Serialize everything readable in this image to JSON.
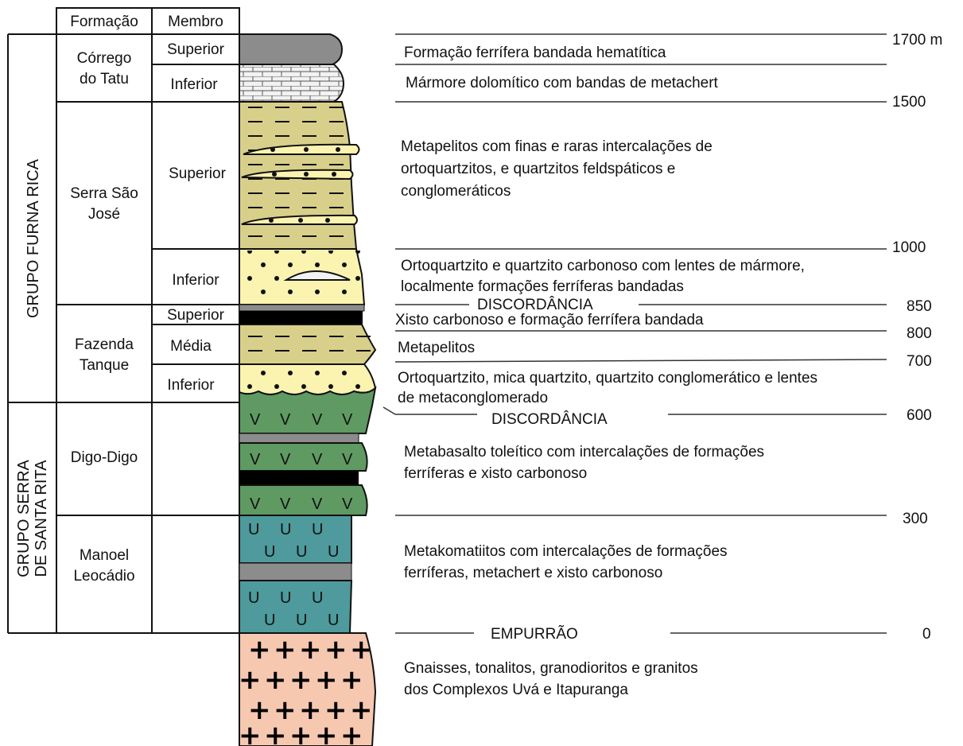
{
  "headers": {
    "formation": "Formação",
    "member": "Membro"
  },
  "groups": {
    "furna_rica": "GRUPO FURNA RICA",
    "santa_rita_line1": "GRUPO SERRA",
    "santa_rita_line2": "DE SANTA RITA"
  },
  "formations": {
    "corrego_l1": "Córrego",
    "corrego_l2": "do Tatu",
    "serra_l1": "Serra São",
    "serra_l2": "José",
    "fazenda_l1": "Fazenda",
    "fazenda_l2": "Tanque",
    "digo": "Digo-Digo",
    "manoel_l1": "Manoel",
    "manoel_l2": "Leocádio"
  },
  "members": {
    "corrego_sup": "Superior",
    "corrego_inf": "Inferior",
    "serra_sup": "Superior",
    "serra_inf": "Inferior",
    "fazenda_sup": "Superior",
    "fazenda_med": "Média",
    "fazenda_inf": "Inferior"
  },
  "descriptions": {
    "d1": "Formação ferrífera bandada hematítica",
    "d2": "Mármore dolomítico com bandas de metachert",
    "d3_l1": "Metapelitos com finas e raras intercalações de",
    "d3_l2": "ortoquartzitos, e quartzitos feldspáticos e",
    "d3_l3": "conglomeráticos",
    "d4_l1": "Ortoquartzito e quartzito carbonoso com lentes de mármore,",
    "d4_l2": "localmente formações ferríferas bandadas",
    "d5": "Xisto carbonoso e formação ferrífera bandada",
    "d6": "Metapelitos",
    "d7_l1": "Ortoquartzito, mica quartzito, quartzito conglomerático e lentes",
    "d7_l2": "de metaconglomerado",
    "d8_l1": "Metabasalto toleítico com intercalações de formações",
    "d8_l2": "ferríferas e xisto carbonoso",
    "d9_l1": "Metakomatiitos com intercalações de formações",
    "d9_l2": "ferríferas, metachert e xisto carbonoso",
    "d10_l1": "Gnaisses, tonalitos, granodioritos e granitos",
    "d10_l2": "dos Complexos Uvá e Itapuranga"
  },
  "contacts": {
    "discordancia_1": "DISCORDÂNCIA",
    "discordancia_2": "DISCORDÂNCIA",
    "empurrao": "EMPURRÃO"
  },
  "scale": {
    "s1700": "1700 m",
    "s1500": "1500",
    "s1000": "1000",
    "s850": "850",
    "s800": "800",
    "s700": "700",
    "s600": "600",
    "s300": "300",
    "s0": "0"
  },
  "symbols": {
    "volcanic": "V",
    "komatiite": "U",
    "granite": "+"
  },
  "colors": {
    "gray_iron": "#8c8c8c",
    "marble": "#f2f2f2",
    "metapelite": "#d8d08a",
    "quartzite": "#fbf3b0",
    "black": "#000000",
    "metabasalt": "#5e9a62",
    "komatiite": "#4e9a9c",
    "gneiss": "#f6c8b0"
  }
}
